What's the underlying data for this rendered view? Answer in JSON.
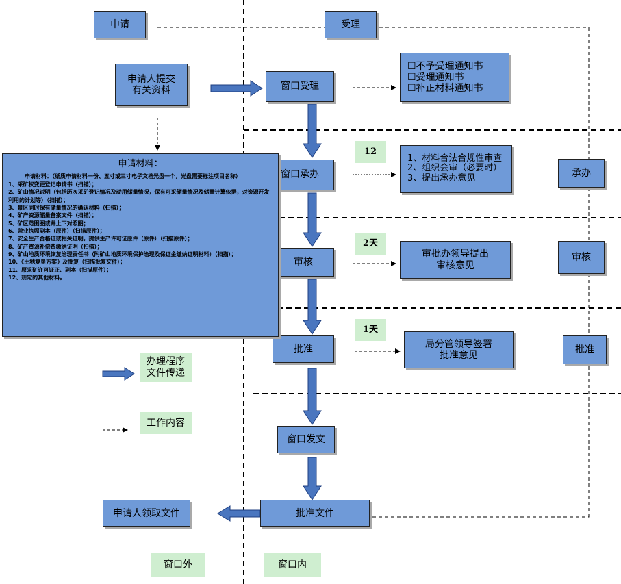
{
  "header": {
    "apply": "申请",
    "accept": "受理"
  },
  "steps": {
    "submit": [
      "申请人提交",
      "有关资料"
    ],
    "window_accept": "窗口受理",
    "window_handle": "窗口承办",
    "review": "审核",
    "approve": "批准",
    "window_issue": "窗口发文",
    "approval_doc": "批准文件",
    "collect": "申请人领取文件"
  },
  "notices": [
    "☐不予受理通知书",
    "☐受理通知书",
    "☐补正材料通知书"
  ],
  "handle_tasks": [
    "1、材料合法合规性审查",
    "2、组织会审（必要时）",
    "3、提出承办意见"
  ],
  "review_task": [
    "审批办领导提出",
    "审核意见"
  ],
  "approve_task": [
    "局分管领导签署",
    "批准意见"
  ],
  "durations": {
    "handle": "12",
    "review": "2天",
    "approve": "1天"
  },
  "side_labels": {
    "handle": "承办",
    "review": "审核",
    "approve": "批准"
  },
  "legend": {
    "flow": [
      "办理程序",
      "文件传递"
    ],
    "work": "工作内容"
  },
  "zones": {
    "outside": "窗口外",
    "inside": "窗口内"
  },
  "materials": {
    "title": "申请材料：",
    "intro": "申请材料：（纸质申请材料一份、五寸或三寸电子文档光盘一个，光盘需要标注项目名称）",
    "items": [
      "1、采矿权变更登记申请书（扫描）；",
      "2、矿山情况说明（包括历次采矿登记情况及动用储量情况，保有可采储量情况及储量计算依据，对资源开发利用的计划等）（扫描）；",
      "3、景区同时保有储量情况的确认材料（扫描）；",
      "4、矿产资源储量备案文件（扫描）；",
      "5、矿区范围图或井上下对照图；",
      "6、营业执照副本（原件）（扫描原件）；",
      "7、安全生产合格证或相关证明，提供生产许可证原件（原件）（扫描原件）；",
      "8、矿产资源补偿费缴纳证明（扫描）；",
      "9、矿山地质环境恢复治理责任书（附矿山地质环境保护治理及保证金缴纳证明材料）（扫描）；",
      "10、《土地复垦方案》及批复（扫描批复文件）；",
      "11、原采矿许可证正、副本（扫描原件）；",
      "12、规定的其他材料。"
    ]
  },
  "colors": {
    "box": "#6f9ad8",
    "green": "#cfeed0",
    "arrow": "#4a76bf",
    "arrow_border": "#1f3f80"
  }
}
